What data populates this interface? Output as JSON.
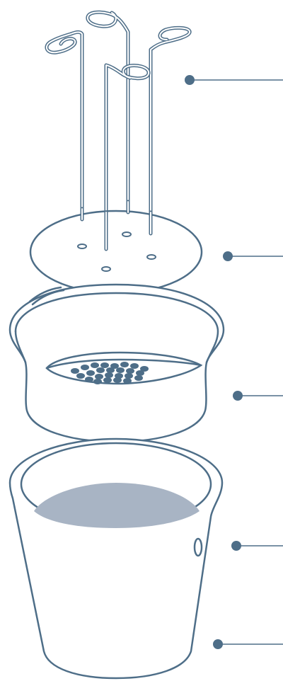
{
  "diagram": {
    "type": "exploded-view",
    "components": [
      "stake-icon",
      "lid-icon",
      "basin-icon",
      "pot-icon",
      "water-level"
    ],
    "callouts": [
      {
        "target": "stakes"
      },
      {
        "target": "lid"
      },
      {
        "target": "basin"
      },
      {
        "target": "pot-side"
      },
      {
        "target": "pot-bottom"
      }
    ],
    "colors": {
      "outline": "#4e6e88",
      "water": "#a8b4c4",
      "fill": "#ffffff",
      "dot": "#4e6e88"
    }
  }
}
